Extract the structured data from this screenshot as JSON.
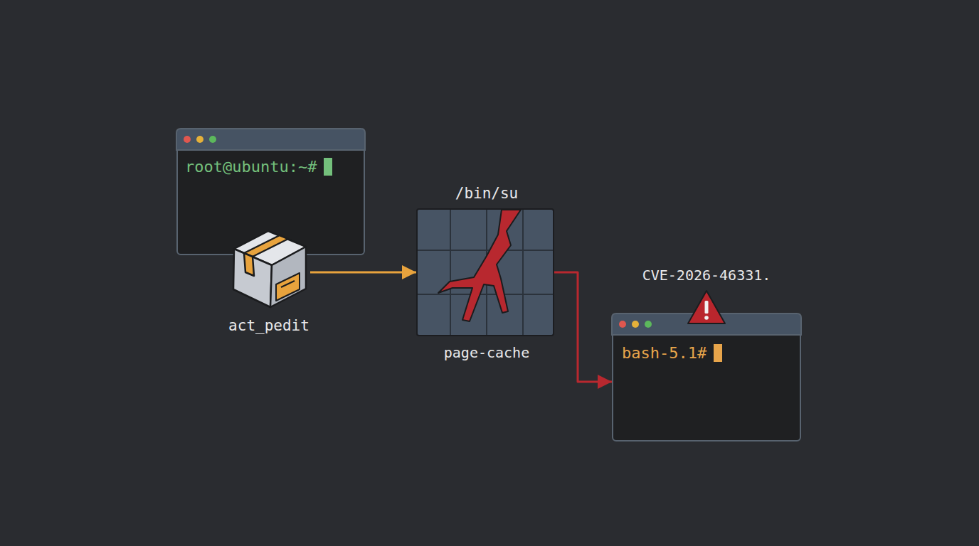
{
  "diagram": {
    "nodes": [
      {
        "text": [
          "root@ubuntu:~#"
        ]
      },
      {
        "text": [
          "act_pedit"
        ]
      },
      {
        "text": [
          "/bin/su",
          "page-cache"
        ]
      },
      {
        "text": [
          "bash-5.1#"
        ]
      }
    ],
    "edges": [
      {
        "from": 1,
        "to": 2,
        "arrow": "to"
      },
      {
        "from": 2,
        "to": 3,
        "arrow": "to"
      }
    ],
    "labels": [
      "CVE-2026-46331."
    ]
  }
}
